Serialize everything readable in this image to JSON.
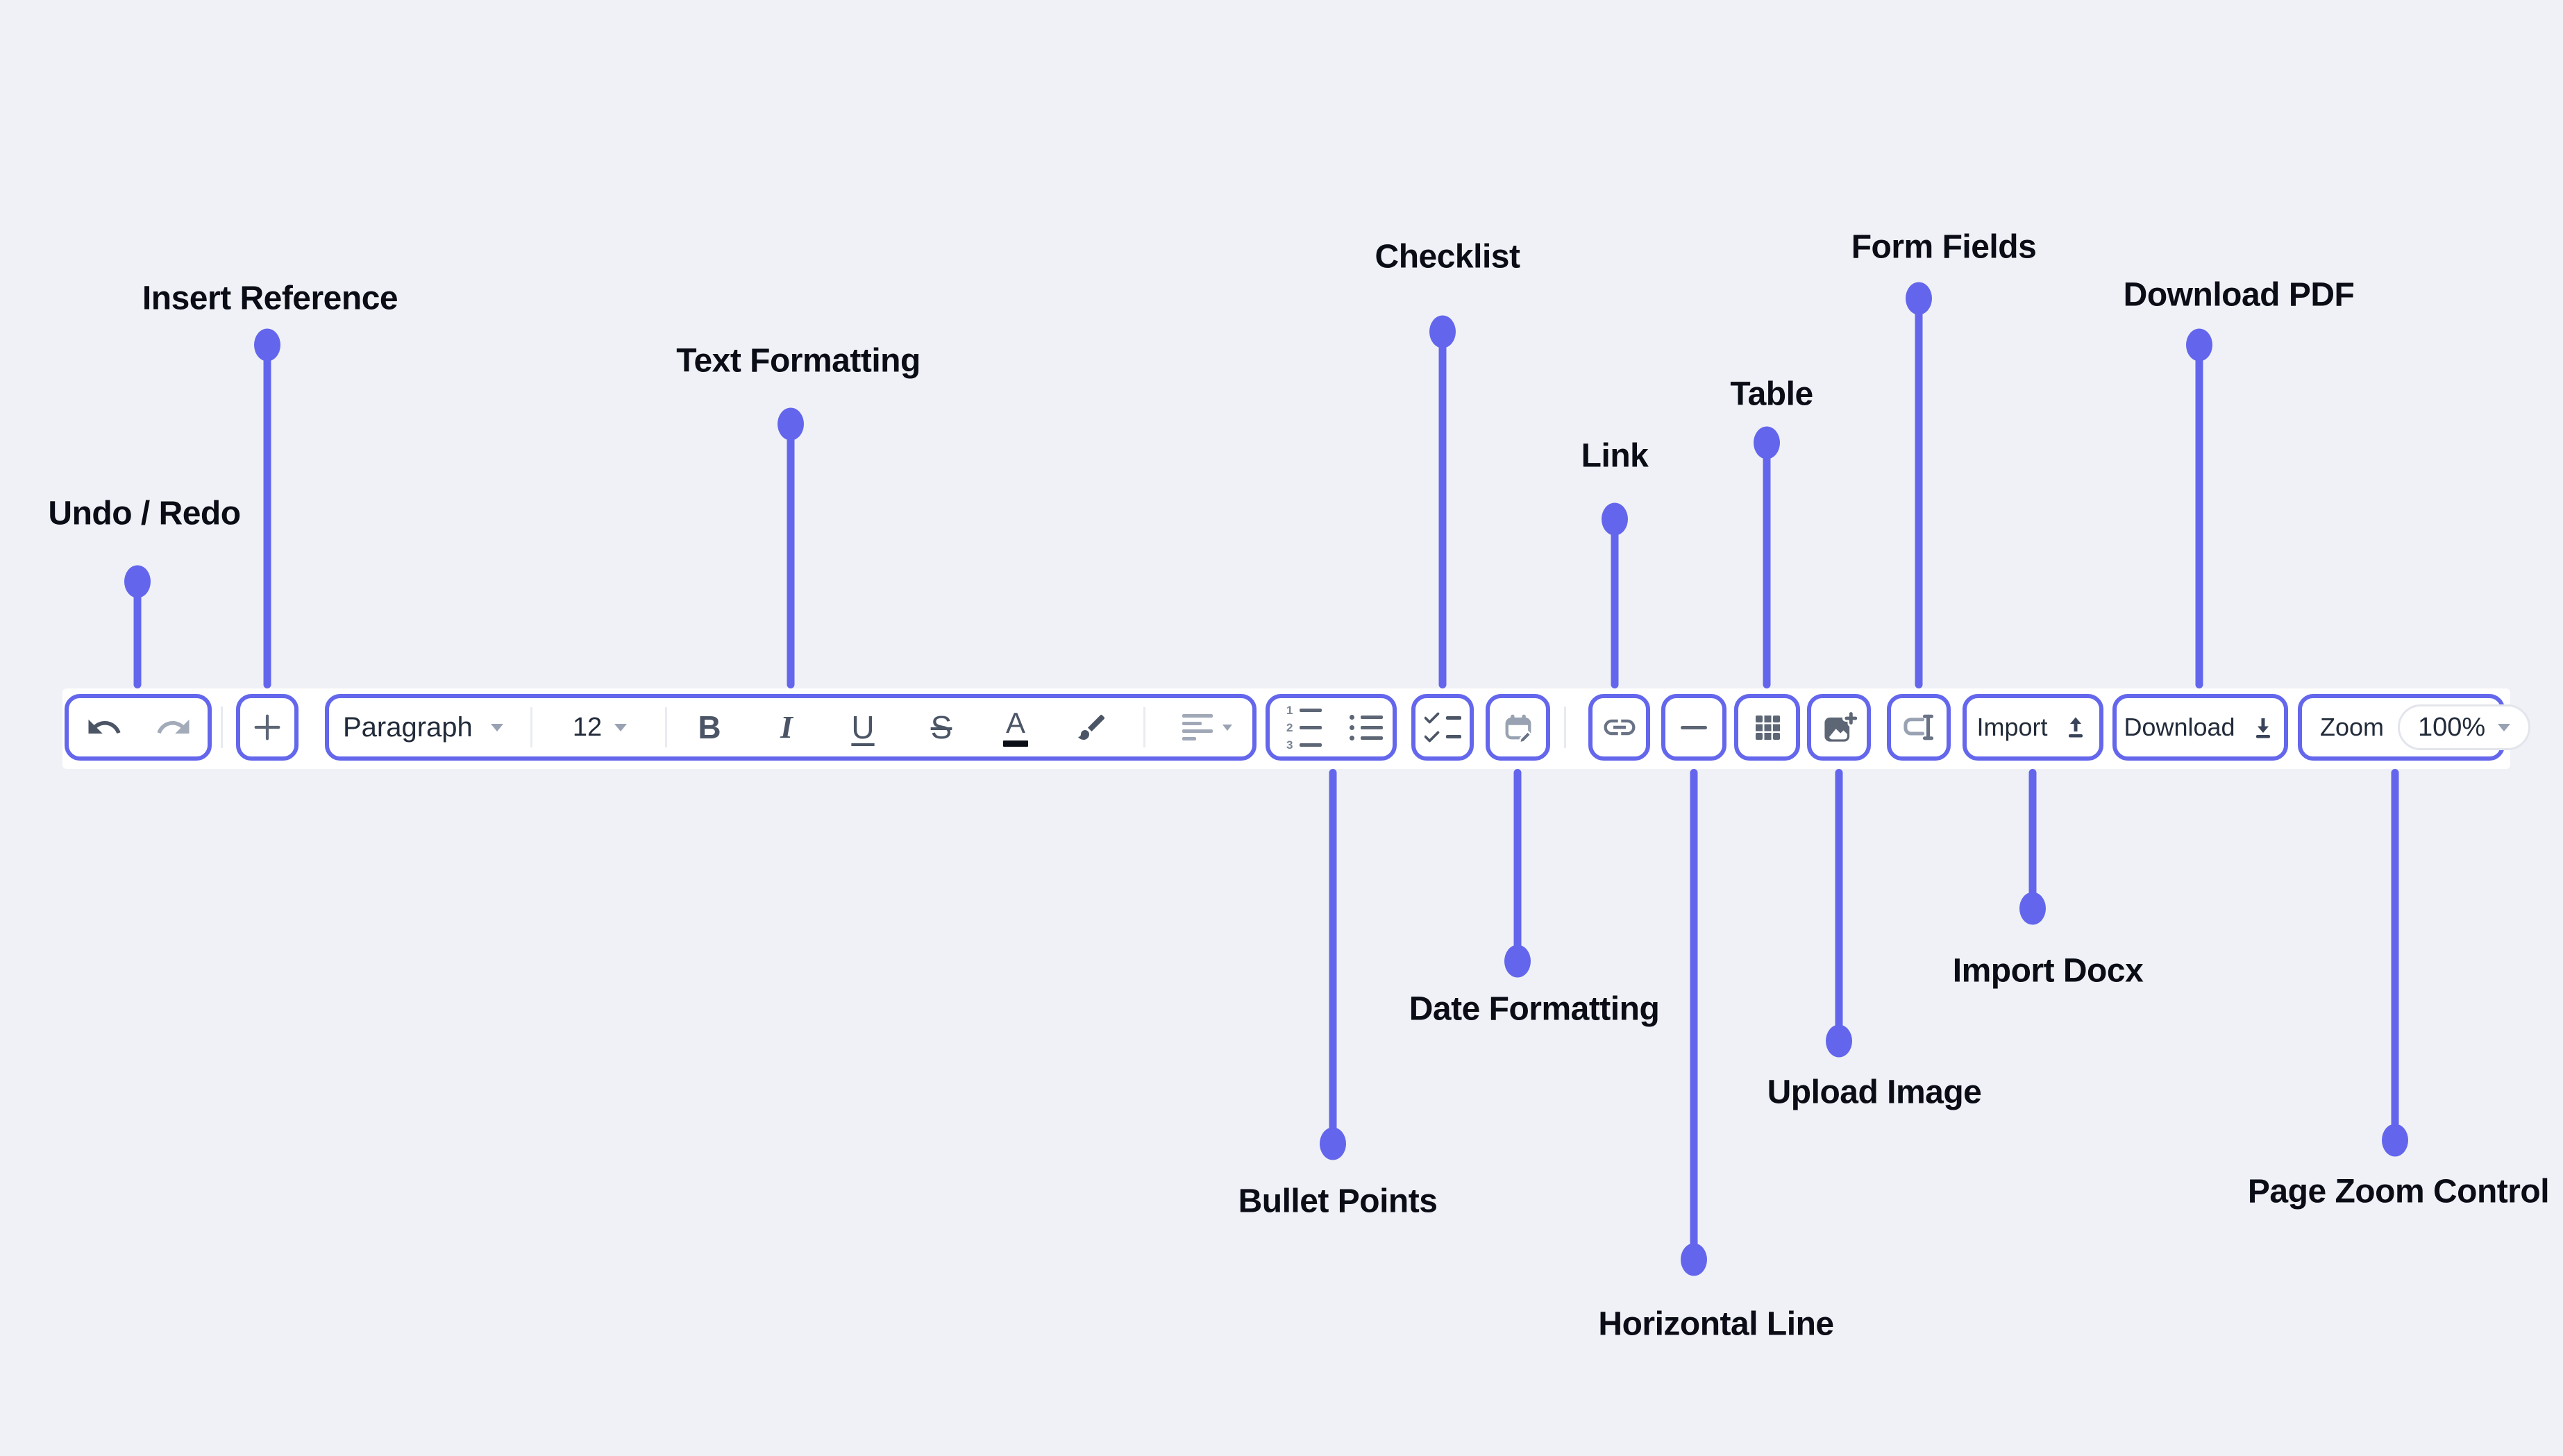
{
  "colors": {
    "background": "#f0f1f6",
    "accent": "#6467ec",
    "callout": "#6366ec",
    "surface": "#ffffff",
    "icon_dark": "#4b5565",
    "icon_mid": "#5d6675",
    "icon_light": "#99a2b2",
    "button_text": "#222b3a",
    "label_text": "#0a0d16"
  },
  "toolbar": {
    "paragraph_style": "Paragraph",
    "font_size": "12",
    "bold": "B",
    "italic": "I",
    "underline": "U",
    "strikethrough": "S",
    "text_color": "A",
    "numbered_digits": [
      "1",
      "2",
      "3"
    ],
    "import_label": "Import",
    "download_label": "Download",
    "zoom_label": "Zoom",
    "zoom_value": "100%"
  },
  "callouts": {
    "undo_redo": "Undo / Redo",
    "insert_reference": "Insert Reference",
    "text_formatting": "Text Formatting",
    "checklist": "Checklist",
    "link": "Link",
    "table": "Table",
    "form_fields": "Form Fields",
    "download_pdf": "Download PDF",
    "bullet_points": "Bullet Points",
    "date_formatting": "Date Formatting",
    "horizontal_line": "Horizontal Line",
    "upload_image": "Upload Image",
    "import_docx": "Import Docx",
    "page_zoom_control": "Page Zoom Control"
  },
  "icons": {
    "undo-icon": "↶",
    "redo-icon": "↷",
    "insert-reference-icon": "+",
    "dropdown-caret-icon": "▾",
    "text-color-icon": "A̲",
    "highlighter-icon": "✎",
    "align-icon": "≡",
    "numbered-list-icon": "1.—",
    "bullet-list-icon": "•—",
    "checklist-icon": "✓—",
    "date-icon": "calendar-pencil",
    "link-icon": "chain",
    "horizontal-line-icon": "—",
    "table-icon": "grid-3x3",
    "upload-image-icon": "image-plus",
    "form-fields-icon": "text-cursor-box",
    "upload-icon": "arrow-up-bar",
    "download-icon": "arrow-down-bar"
  }
}
